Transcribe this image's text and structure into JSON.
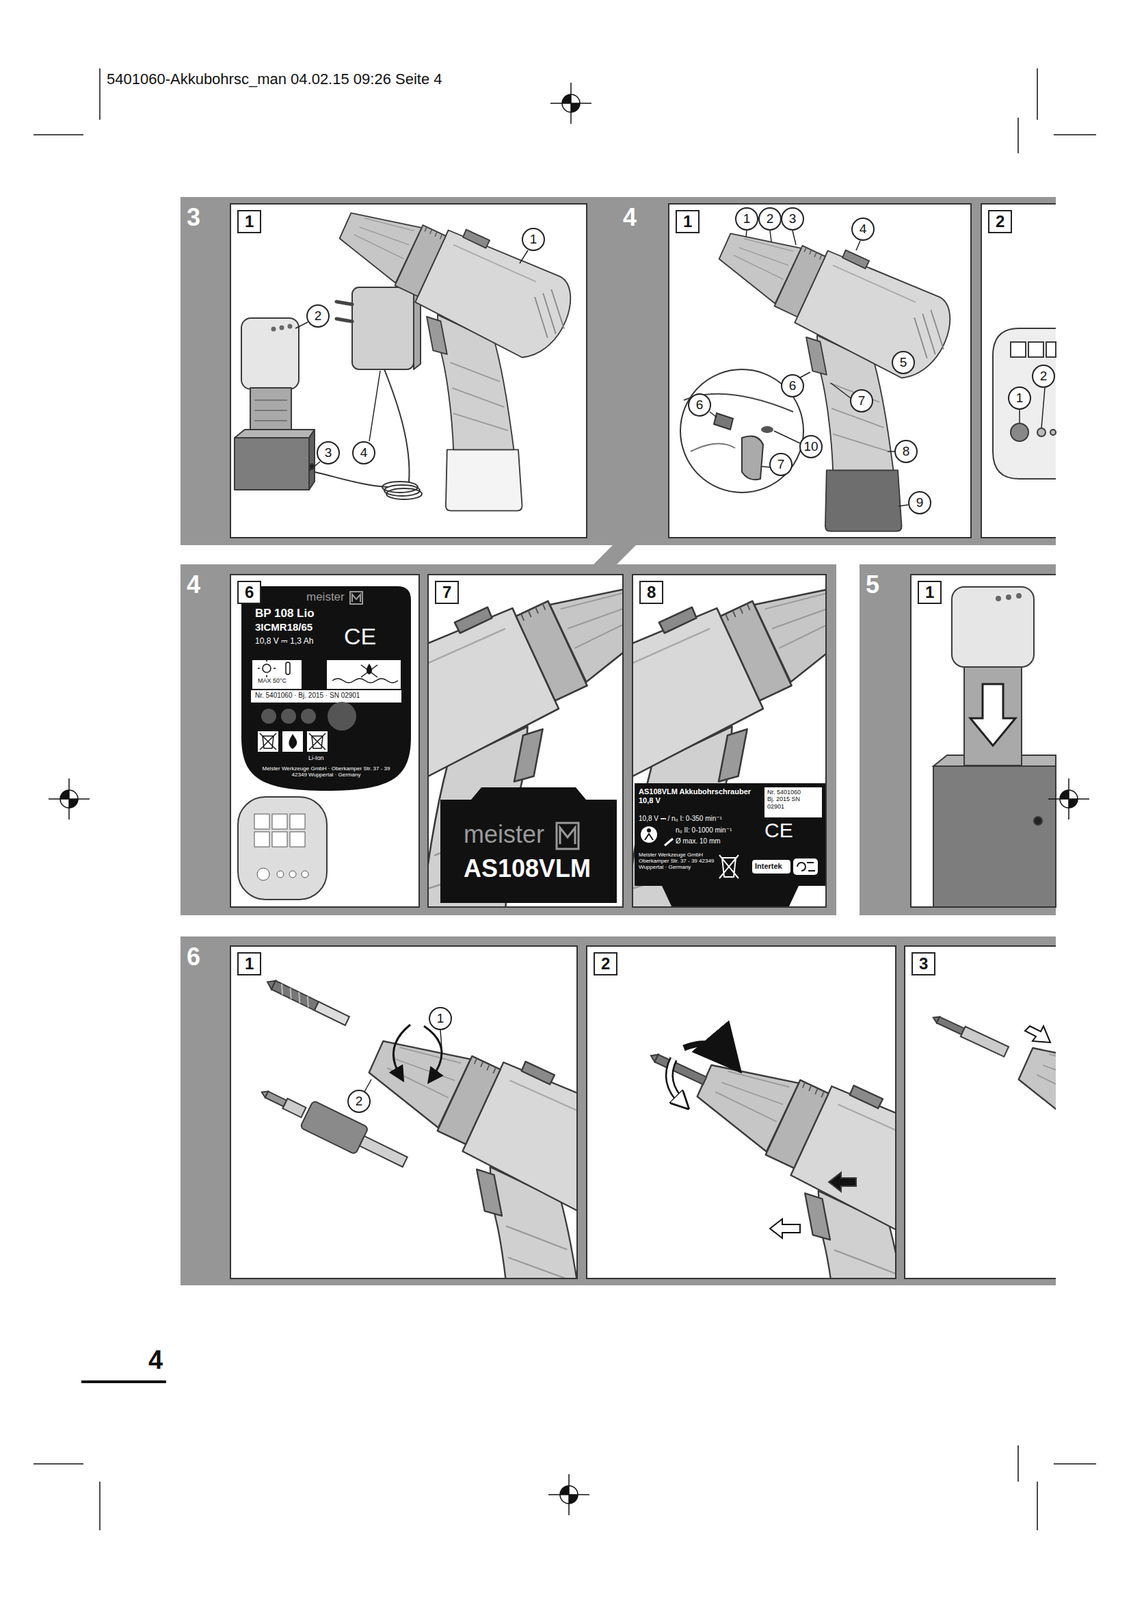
{
  "diagram": {
    "nodes": [
      {
        "text": [
          "3"
        ]
      },
      {
        "text": [
          "1"
        ],
        "in": 0
      },
      {
        "text": [
          "4"
        ]
      },
      {
        "text": [
          "1"
        ],
        "in": 2
      },
      {
        "text": [
          "2"
        ],
        "in": 2
      },
      {
        "text": [
          "4"
        ]
      },
      {
        "text": [
          "6"
        ],
        "in": 5
      },
      {
        "text": [
          "meister",
          "BP 108 Lio",
          "3ICMR18/65",
          "10,8 V ⎓ 1,3 Ah",
          "CE",
          "MAX 50°C",
          "Nr. 5401060 · Bj. 2015 · SN 02901",
          "Li-Ion",
          "Meister Werkzeuge GmbH · Oberkamper Str. 37 - 39 42349 Wuppertal · Germany"
        ],
        "in": 6
      },
      {
        "text": [
          "7"
        ],
        "in": 5
      },
      {
        "text": [
          "meister",
          "AS108VLM"
        ],
        "in": 8
      },
      {
        "text": [
          "8"
        ],
        "in": 5
      },
      {
        "text": [
          "AS108VLM Akkubohrschrauber 10,8 V",
          "10,8 V ⎓ / n₀ I: 0-350 min⁻¹",
          "n₀ II: 0-1000 min⁻¹",
          "Ø max. 10 mm",
          "Nr. 5401060 Bj. 2015 SN 02901",
          "CE",
          "Meister Werkzeuge GmbH Oberkamper Str. 37 - 39 42349 Wuppertal · Germany",
          "Intertek"
        ],
        "in": 10
      },
      {
        "text": [
          "5"
        ]
      },
      {
        "text": [
          "1"
        ],
        "in": 12
      },
      {
        "text": [
          "6"
        ]
      },
      {
        "text": [
          "1"
        ],
        "in": 14
      },
      {
        "text": [
          "2"
        ],
        "in": 14
      },
      {
        "text": [
          "3"
        ],
        "in": 14
      }
    ],
    "labels": [
      "5401060-Akkubohrsc_man 04.02.15 09:26 Seite 4",
      "1",
      "2",
      "3",
      "4",
      "1",
      "2",
      "3",
      "4",
      "5",
      "6",
      "7",
      "8",
      "9",
      "6",
      "7",
      "10",
      "1",
      "2",
      "1",
      "2",
      "4"
    ]
  }
}
